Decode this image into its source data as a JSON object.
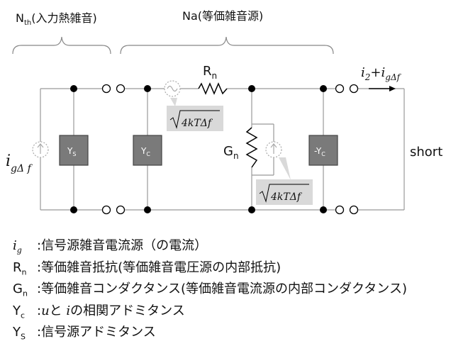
{
  "header": {
    "nth": {
      "main": "N",
      "sub": "th",
      "paren": "(入力熱雑音)"
    },
    "na": "Na(等価雑音源)"
  },
  "circuit": {
    "rn": {
      "main": "R",
      "sub": "n"
    },
    "gn": {
      "main": "G",
      "sub": "n"
    },
    "ys": {
      "main": "Y",
      "sub": "S"
    },
    "yc": {
      "main": "Y",
      "sub": "C"
    },
    "neg_yc": {
      "main": "-Y",
      "sub": "C"
    },
    "short": "short",
    "noise_formula": "4kTΔf",
    "ig_source": {
      "main": "i",
      "sub": "gΔ f"
    },
    "output_current": {
      "i2": "i",
      "i2_sub": "2",
      "plus": "+",
      "ig": "i",
      "ig_sub": "gΔf"
    }
  },
  "legend": [
    {
      "sym": "i",
      "sub": "g",
      "colon": ":",
      "desc": "信号源雑音電流源（の電流）"
    },
    {
      "sym": "R",
      "sub": "n",
      "colon": ":",
      "desc": "等価雑音抵抗(等価雑音電圧源の内部抵抗)"
    },
    {
      "sym": "G",
      "sub": "n",
      "colon": ":",
      "desc": "等価雑音コンダクタンス(等価雑音電流源の内部コンダクタンス)"
    },
    {
      "sym": "Y",
      "sub": "c",
      "colon": ":",
      "desc_u": "u",
      "desc_mid": "と ",
      "desc_i": "i",
      "desc_rest": "の相関アドミタンス"
    },
    {
      "sym": "Y",
      "sub": "S",
      "colon": ":",
      "desc": "信号源アドミタンス"
    }
  ],
  "colors": {
    "wire": "#999999",
    "box": "#7a7a7a",
    "box_border": "#444444",
    "node": "#000000",
    "formula_bg": "#d9d9d9"
  }
}
